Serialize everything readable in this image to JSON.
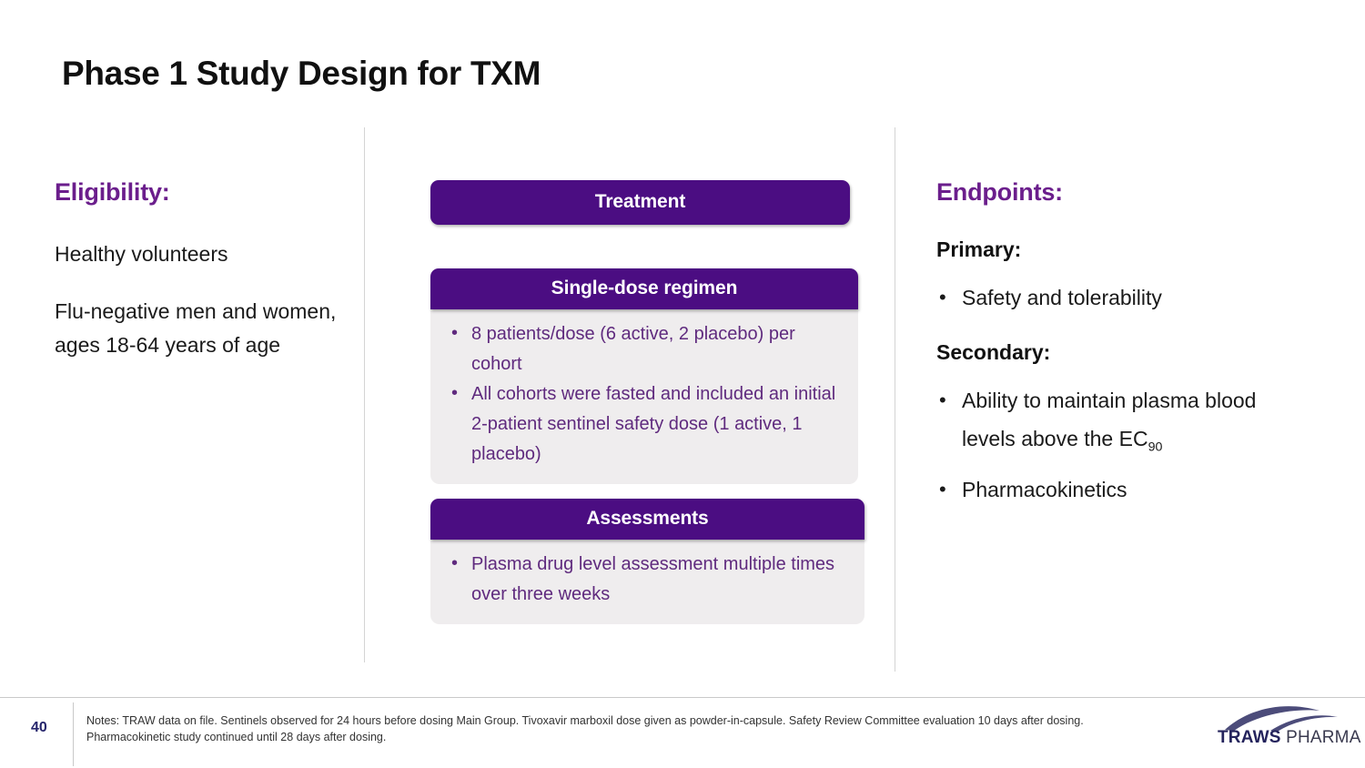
{
  "slide": {
    "title": "Phase 1 Study Design for TXM",
    "page_number": "40"
  },
  "eligibility": {
    "heading": "Eligibility:",
    "paragraphs": [
      "Healthy volunteers",
      "Flu-negative men and women, ages 18-64 years of age"
    ]
  },
  "treatment": {
    "title": "Treatment",
    "blocks": [
      {
        "header": "Single-dose regimen",
        "bullets": [
          "8 patients/dose (6 active, 2 placebo) per cohort",
          "All cohorts were fasted and included an initial 2-patient sentinel safety dose (1 active, 1 placebo)"
        ]
      },
      {
        "header": "Assessments",
        "bullets": [
          "Plasma drug level assessment multiple times over three weeks"
        ]
      }
    ]
  },
  "endpoints": {
    "heading": "Endpoints:",
    "primary": {
      "label": "Primary:",
      "bullets": [
        "Safety and tolerability"
      ]
    },
    "secondary": {
      "label": "Secondary:",
      "bullets_html": [
        "Ability to maintain plasma blood levels above the EC<sub>90</sub>",
        "Pharmacokinetics"
      ]
    }
  },
  "footer": {
    "notes": "Notes: TRAW data on file. Sentinels observed for 24 hours before dosing Main Group. Tivoxavir marboxil dose given as powder-in-capsule. Safety Review Committee evaluation 10 days after dosing. Pharmacokinetic study continued until 28 days after dosing.",
    "logo": {
      "primary": "TRAWS",
      "secondary": " PHARMA"
    }
  },
  "colors": {
    "deep_purple": "#4b0d82",
    "heading_purple": "#6b1e8c",
    "bullet_purple": "#5f2a7e",
    "panel_gray": "#efedee",
    "logo_navy": "#24235c",
    "page_number_navy": "#25246b"
  }
}
